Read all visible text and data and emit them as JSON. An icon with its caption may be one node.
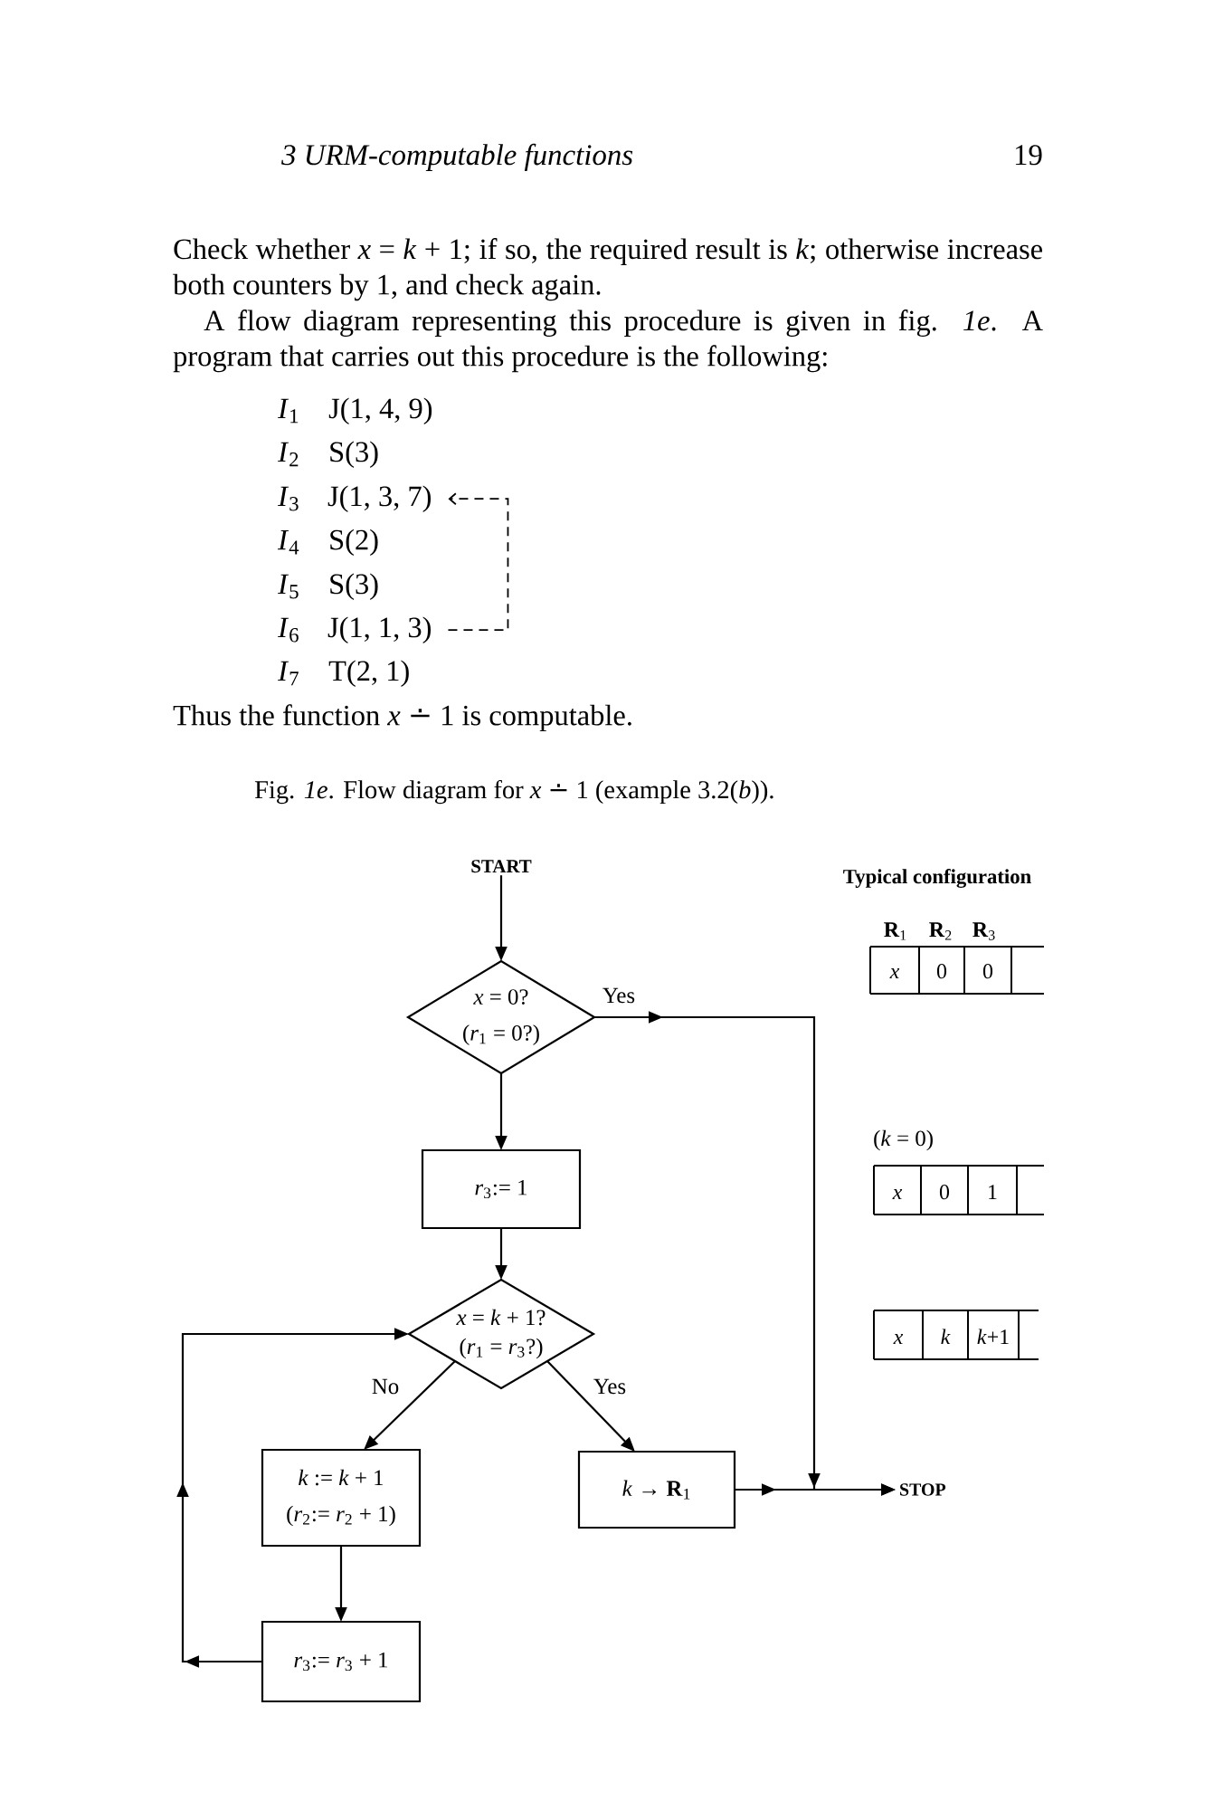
{
  "diagram": {
    "caption": "Fig. *1e*. Flow diagram for *x* ∸ 1 (example 3.2(*b*)).",
    "nodes": [
      {
        "text": [
          "J(1, 3, 7)"
        ]
      },
      {
        "text": [
          "J(1, 1, 3)"
        ]
      },
      {
        "text": [
          "START"
        ]
      },
      {
        "text": [
          "*x* = 0?",
          "(*r*$_{1}$ = 0?)"
        ]
      },
      {
        "text": [
          "*r*$_{3}$:= 1"
        ]
      },
      {
        "text": [
          "*x* = *k* + 1?",
          "(*r*$_{1}$ = *r*$_{3}$?)"
        ]
      },
      {
        "text": [
          "*k* := *k* + 1",
          "(*r*$_{2}$:= *r*$_{2}$ + 1)"
        ]
      },
      {
        "text": [
          "*k* → **R**$_{1}$"
        ]
      },
      {
        "text": [
          "*r*$_{3}$:= *r*$_{3}$ + 1"
        ]
      },
      {
        "text": [
          "STOP"
        ]
      }
    ],
    "edges": [
      {
        "from": 1,
        "to": 0,
        "arrow": "to",
        "style": "dashed"
      },
      {
        "from": 2,
        "to": 3,
        "arrow": "to"
      },
      {
        "from": 3,
        "to": 9,
        "arrow": "to",
        "label": "Yes"
      },
      {
        "from": 3,
        "to": 4,
        "arrow": "to"
      },
      {
        "from": 4,
        "to": 5,
        "arrow": "to"
      },
      {
        "from": 5,
        "to": 6,
        "arrow": "to",
        "label": "No"
      },
      {
        "from": 5,
        "to": 7,
        "arrow": "to",
        "label": "Yes"
      },
      {
        "from": 6,
        "to": 8,
        "arrow": "to"
      },
      {
        "from": 8,
        "to": 5,
        "arrow": "to"
      },
      {
        "from": 7,
        "to": 9,
        "arrow": "to"
      }
    ],
    "labels": [
      "3 URM-computable functions",
      "19",
      "Check whether *x* = *k* + 1; if so, the required result is *k*; otherwise increase both counters by 1, and check again.",
      "A flow diagram representing this procedure is given in fig. *1e*. A program that carries out this procedure is the following:",
      "*I*$_{1}$",
      "J(1, 4, 9)",
      "*I*$_{2}$",
      "S(3)",
      "*I*$_{3}$",
      "*I*$_{4}$",
      "S(2)",
      "*I*$_{5}$",
      "S(3)",
      "*I*$_{6}$",
      "*I*$_{7}$",
      "T(2, 1)",
      "Thus the function *x* ∸ 1 is computable.",
      "Typical configuration",
      "**R**$_{1}$",
      "**R**$_{2}$",
      "**R**$_{3}$",
      "x",
      "0",
      "0",
      "(*k* = 0)",
      "x",
      "0",
      "1",
      "x",
      "k",
      "*k*+1"
    ]
  }
}
